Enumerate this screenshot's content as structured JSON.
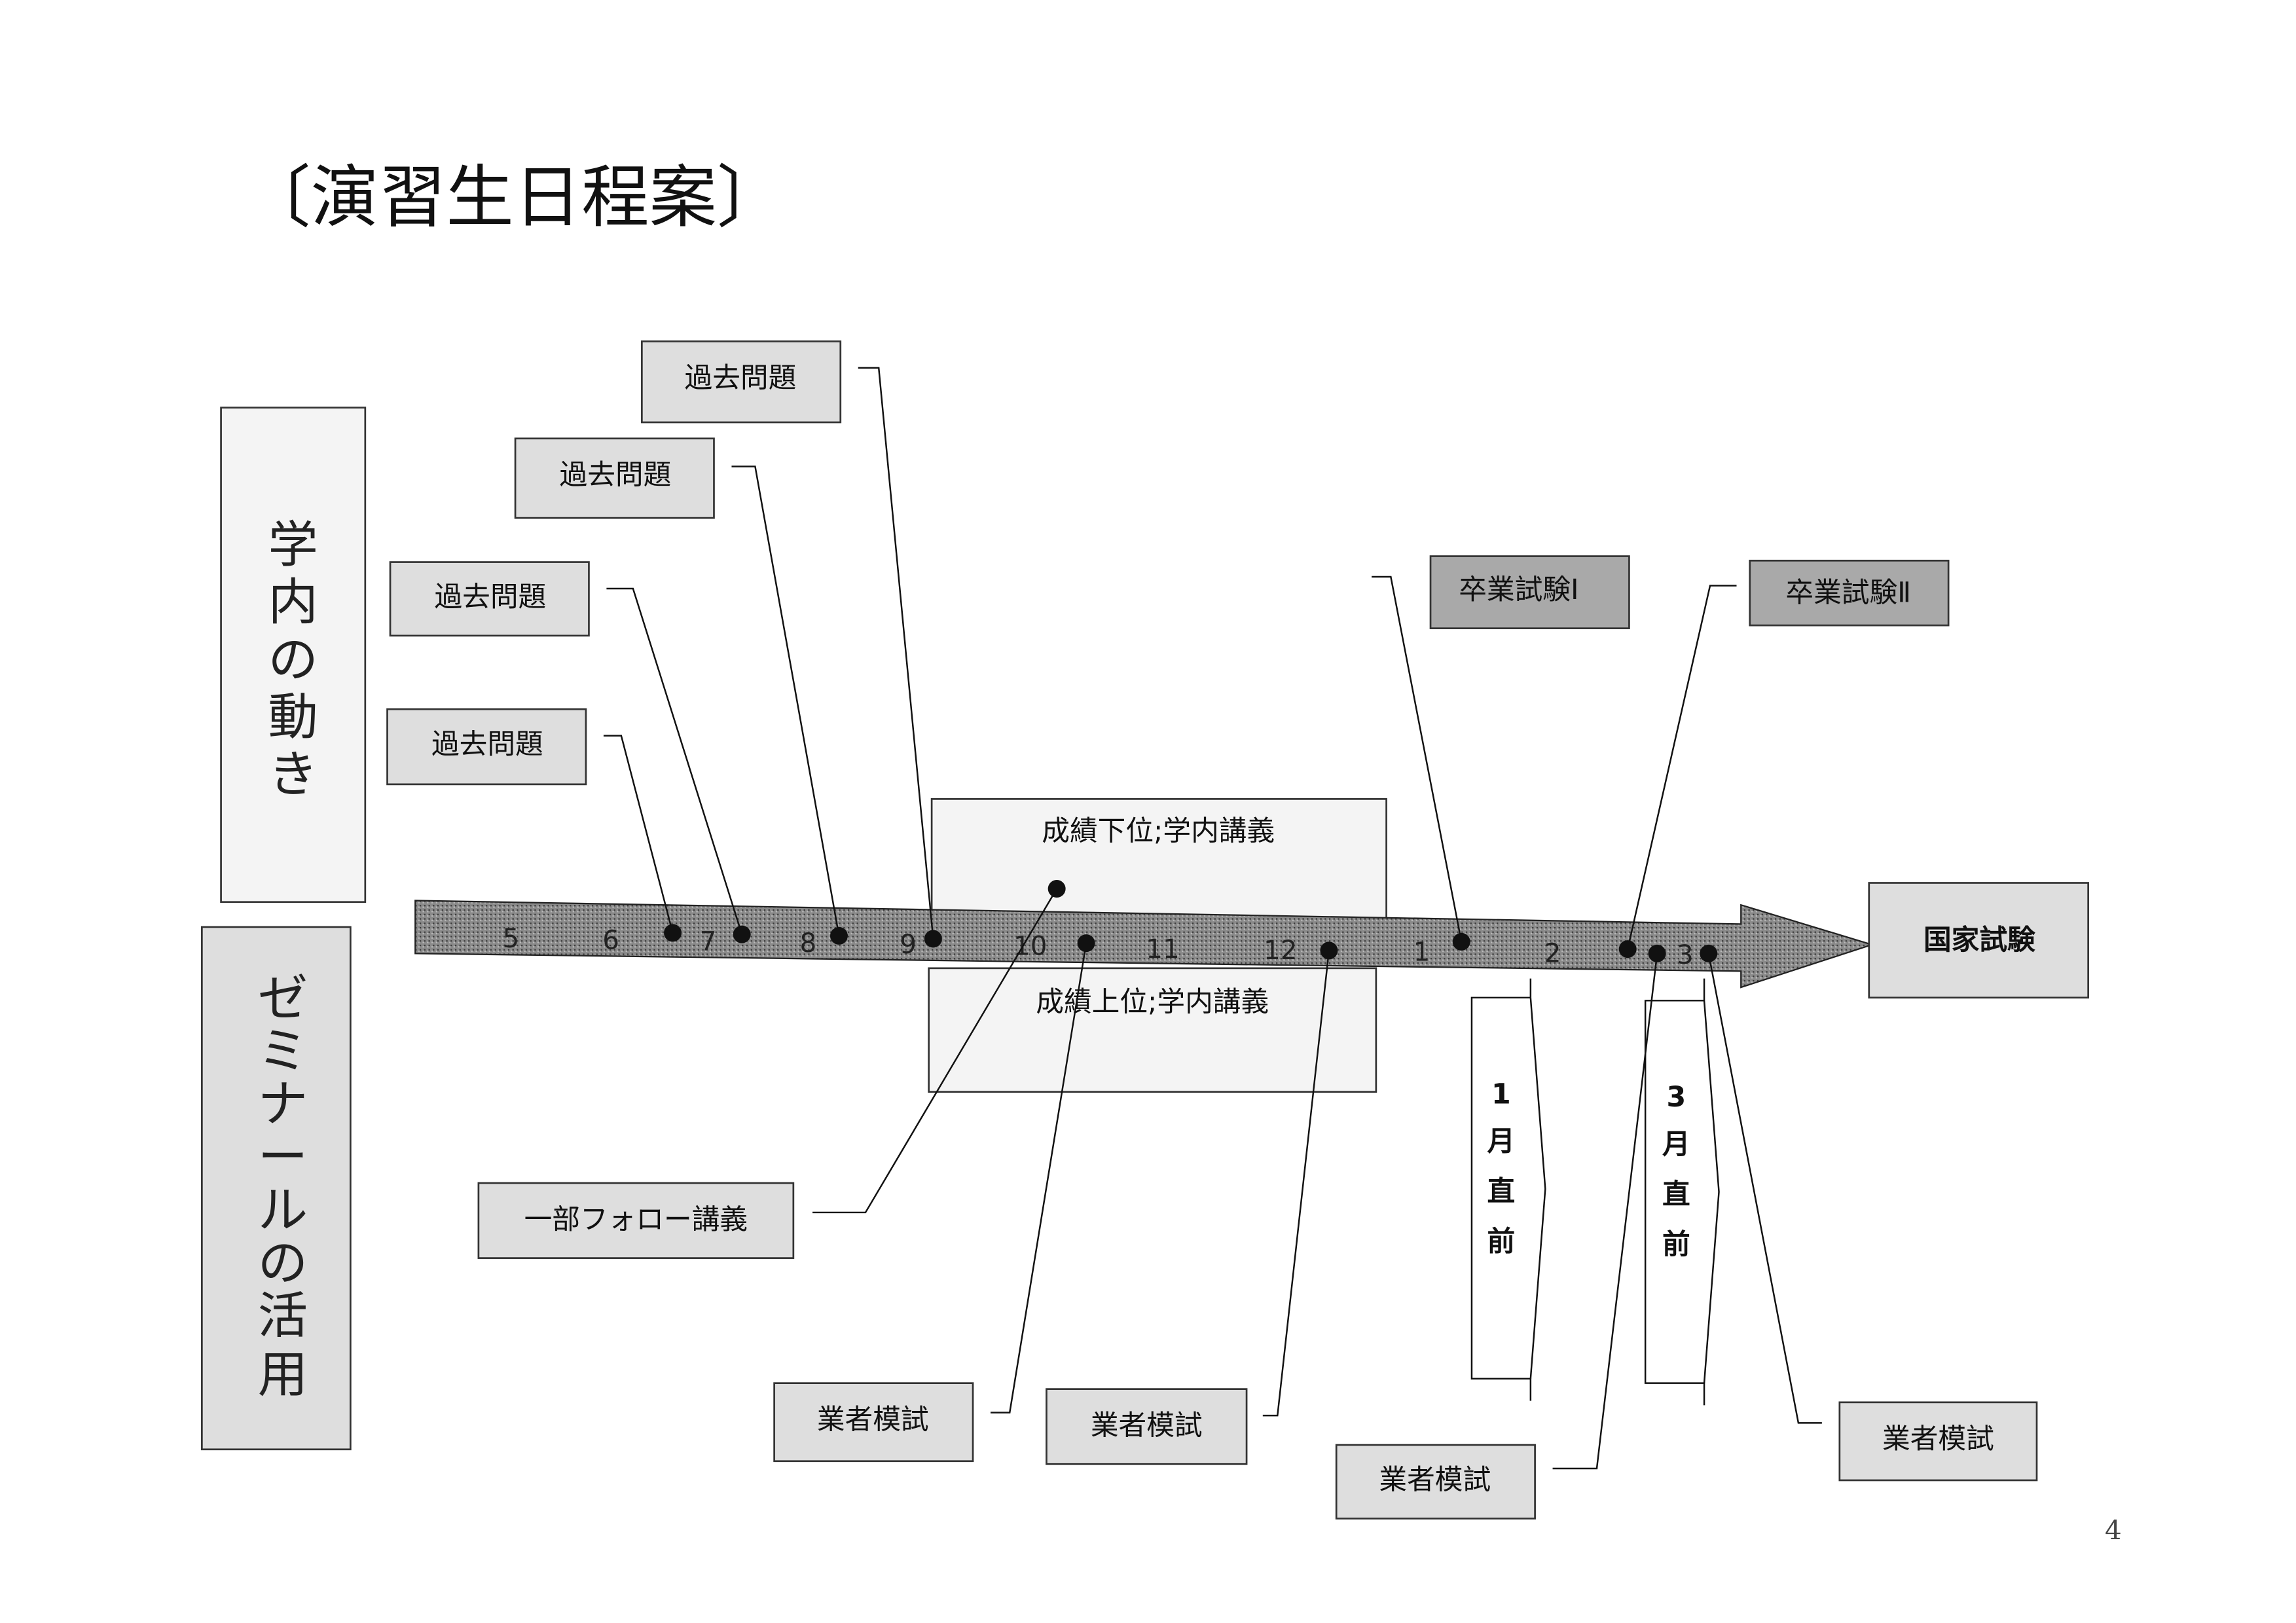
{
  "title": "〔演習生日程案〕",
  "page_number": "4",
  "side_labels": {
    "campus": [
      "学",
      "内",
      "の",
      "動",
      "き"
    ],
    "seminar": [
      "ゼ",
      "ミ",
      "ナ",
      "ー",
      "ル",
      "の",
      "活",
      "用"
    ]
  },
  "months": [
    "5",
    "6",
    "7",
    "8",
    "9",
    "10",
    "11",
    "12",
    "1",
    "2",
    "3"
  ],
  "goal": "国家試験",
  "boxes": {
    "past1": "過去問題",
    "past2": "過去問題",
    "past3": "過去問題",
    "past4": "過去問題",
    "grad1": "卒業試験Ⅰ",
    "grad2": "卒業試験Ⅱ",
    "lower": "成績下位;学内講義",
    "upper": "成績上位;学内講義",
    "follow": "一部フォロー講義",
    "mock1": "業者模試",
    "mock2": "業者模試",
    "mock3": "業者模試",
    "mock4": "業者模試"
  },
  "pre_jan": [
    "1",
    "月",
    "直",
    "前"
  ],
  "pre_mar": [
    "3",
    "月",
    "直",
    "前"
  ]
}
